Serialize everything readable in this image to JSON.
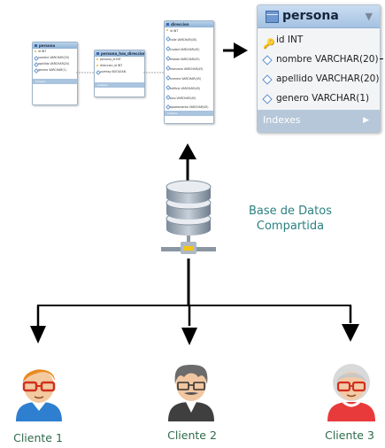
{
  "mini_tables": {
    "t1": {
      "name": "persona",
      "rows": [
        "id INT",
        "nombre VARCHAR(20)",
        "apellido VARCHAR(20)",
        "genero VARCHAR(1)"
      ],
      "footer": "Indexes"
    },
    "t2": {
      "name": "persona_has_direccion",
      "rows": [
        "persona_id INT",
        "direccion_id INT",
        "vivehay BOOLEAN"
      ],
      "footer": "Indexes"
    },
    "t3": {
      "name": "direccion",
      "rows": [
        "id INT",
        "calle VARCHAR(45)",
        "ciudad VARCHAR(45)",
        "estado VARCHAR(45)",
        "manzana VARCHAR(45)",
        "numero VARCHAR(45)",
        "edificio VARCHAR(45)",
        "piso VARCHAR(45)",
        "apartamento VARCHAR(45)"
      ],
      "footer": "Indexes"
    }
  },
  "persona": {
    "title": "persona",
    "columns": [
      "id INT",
      "nombre VARCHAR(20)",
      "apellido VARCHAR(20)",
      "genero VARCHAR(1)"
    ],
    "footer": "Indexes"
  },
  "database": {
    "caption_line1": "Base de Datos",
    "caption_line2": "Compartida"
  },
  "clients": [
    {
      "label": "Cliente 1"
    },
    {
      "label": "Cliente 2"
    },
    {
      "label": "Cliente 3"
    }
  ],
  "colors": {
    "caption": "#2b8080",
    "client_label": "#2e6b4b",
    "line": "#000000"
  }
}
